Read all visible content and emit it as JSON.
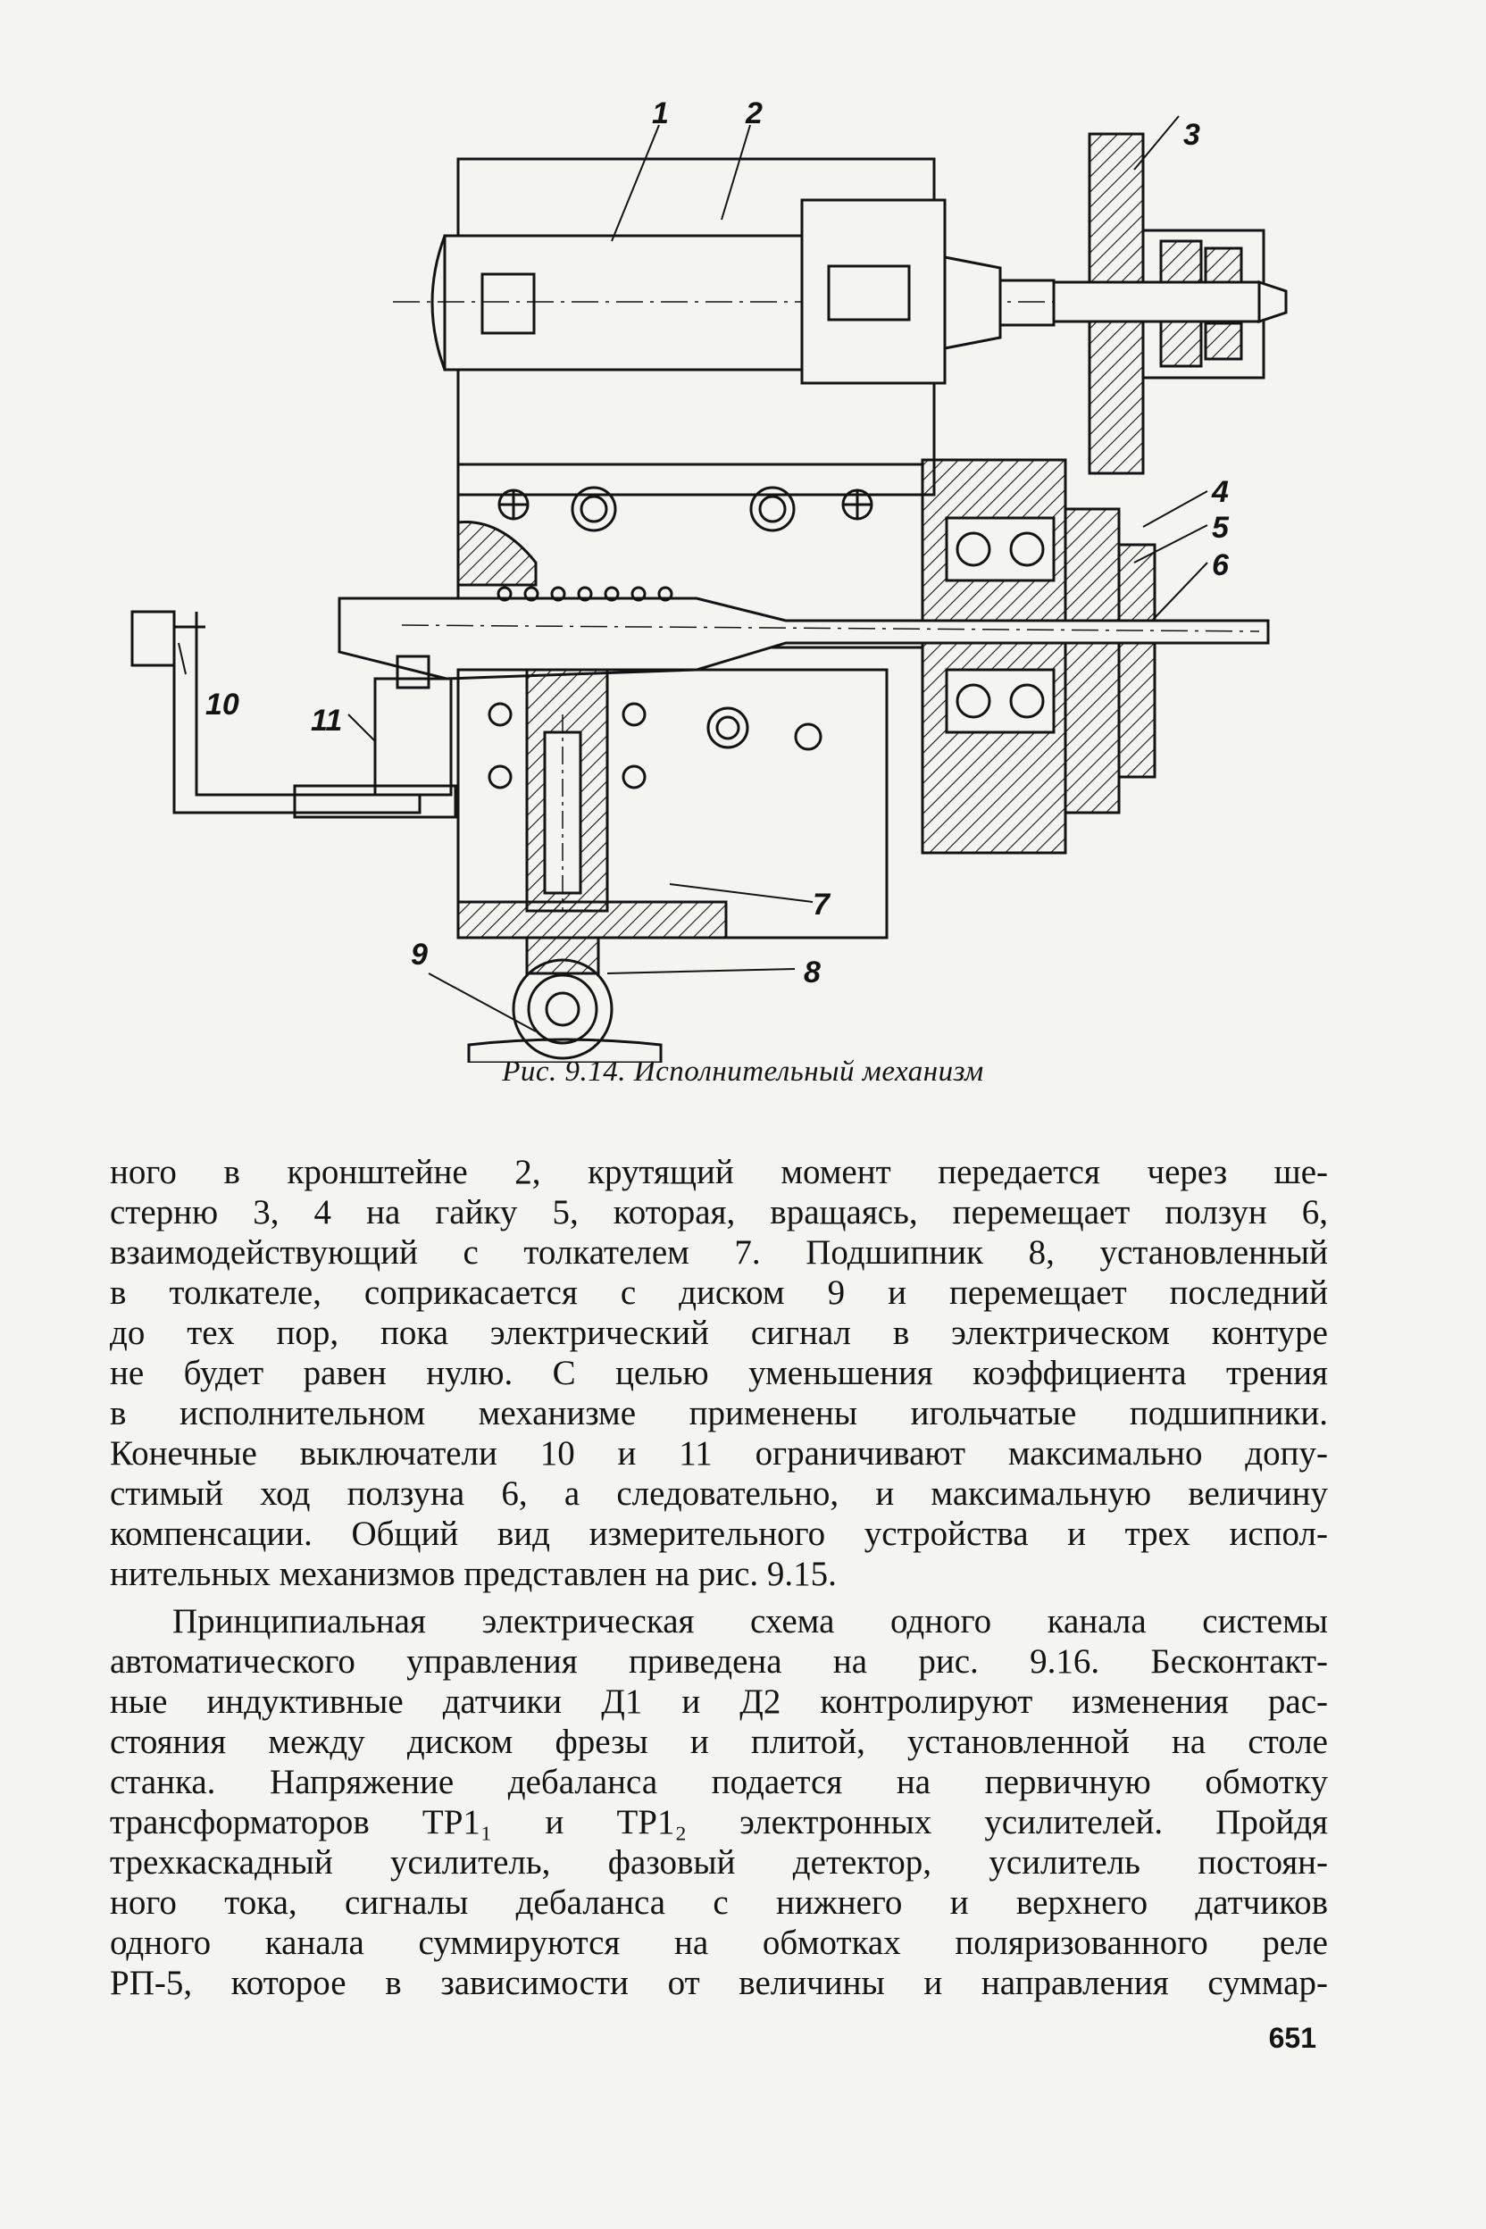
{
  "figure": {
    "labels": [
      "1",
      "2",
      "3",
      "4",
      "5",
      "6",
      "7",
      "8",
      "9",
      "10",
      "11"
    ],
    "caption": "Рис. 9.14. Исполнительный механизм"
  },
  "body": {
    "paragraphs": [
      {
        "lines": [
          "ного в кронштейне 2, крутящий момент передается через ше-",
          "стерню 3, 4 на гайку 5, которая, вращаясь, перемещает ползун 6,",
          "взаимодействующий с толкателем 7. Подшипник 8, установленный",
          "в толкателе, соприкасается с диском 9 и перемещает последний",
          "до тех пор, пока электрический сигнал в электрическом контуре",
          "не будет равен нулю. С целью уменьшения коэффициента трения",
          "в исполнительном механизме применены игольчатые подшипники.",
          "Конечные выключатели 10 и 11 ограничивают максимально допу-",
          "стимый ход ползуна 6, а следовательно, и максимальную величину",
          "компенсации. Общий вид измерительного устройства и трех испол-",
          "нительных механизмов представлен на рис. 9.15."
        ]
      },
      {
        "lines": [
          "Принципиальная электрическая схема одного канала системы",
          "автоматического управления приведена на рис. 9.16. Бесконтакт-",
          "ные индуктивные датчики Д1 и Д2 контролируют изменения рас-",
          "стояния между диском фрезы и плитой, установленной на столе",
          "станка. Напряжение дебаланса подается на первичную обмотку",
          "трансформаторов ТР1₁ и ТР1₂ электронных усилителей. Пройдя",
          "трехкаскадный усилитель, фазовый детектор, усилитель постоян-",
          "ного тока, сигналы дебаланса с нижнего и верхнего датчиков",
          "одного канала суммируются на обмотках поляризованного реле",
          "РП-5, которое в зависимости от величины и направления суммар-"
        ]
      }
    ]
  },
  "page_number": "651"
}
